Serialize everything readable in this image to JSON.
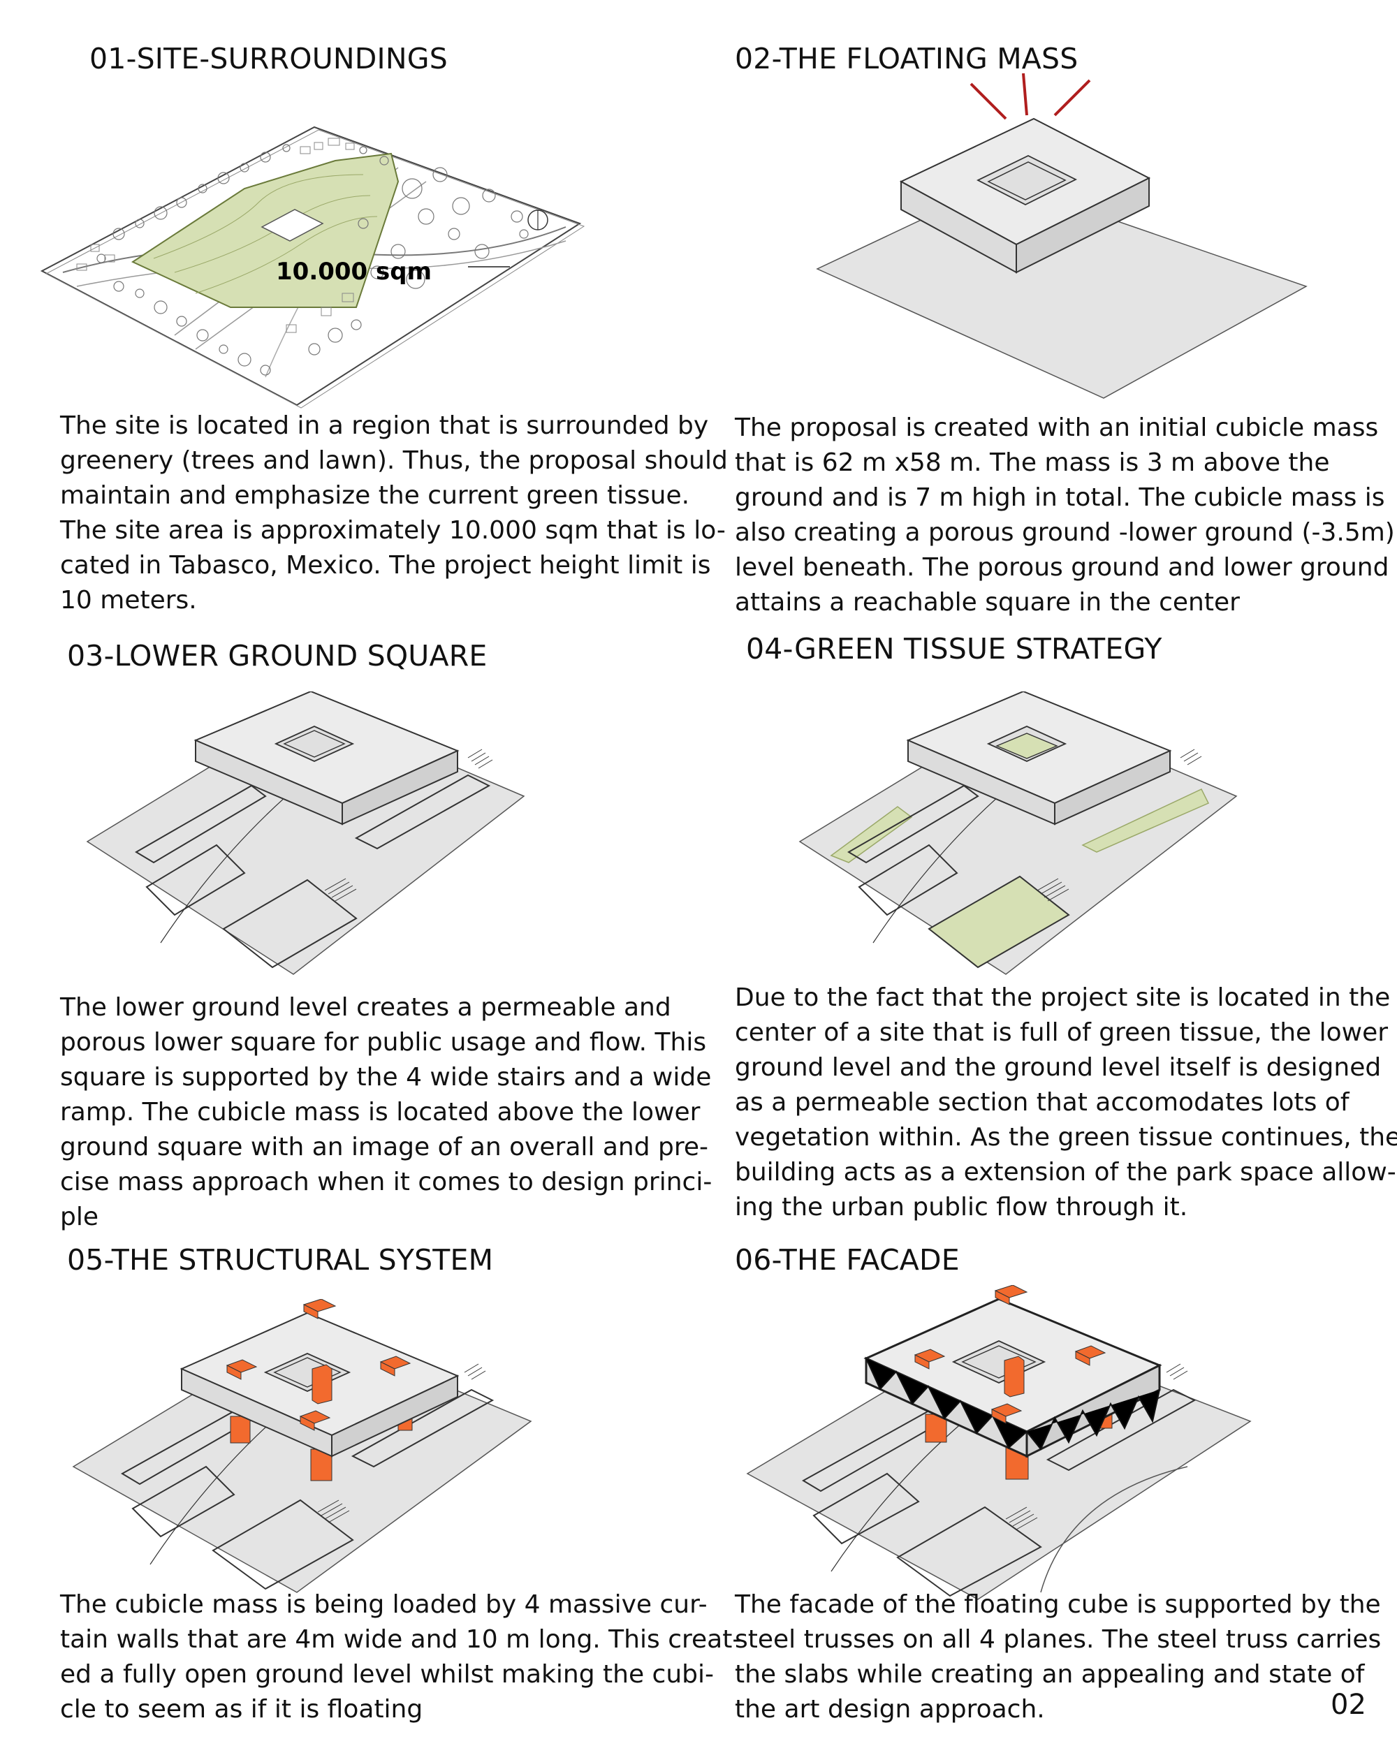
{
  "sections": [
    {
      "title": "01-SITE-SURROUNDINGS",
      "area_label": "10.000 sqm",
      "lines": [
        "The site is located in a region that is surrounded by",
        "greenery (trees and lawn). Thus, the proposal should",
        "maintain and emphasize the current green tissue.",
        "The site area is approximately 10.000 sqm that is lo-",
        "cated in Tabasco, Mexico. The project height limit is",
        "10 meters."
      ]
    },
    {
      "title": "02-THE FLOATING MASS",
      "lines": [
        "The proposal is created with an initial cubicle mass",
        "that is 62 m x58 m. The mass is 3 m above the",
        "ground and is 7 m high in total. The cubicle mass is",
        "also creating a porous ground -lower ground (-3.5m)",
        "level beneath. The porous ground and lower ground",
        "attains a reachable square in the center"
      ]
    },
    {
      "title": "03-LOWER GROUND SQUARE",
      "lines": [
        "The lower ground level creates a permeable and",
        "porous lower square for public usage and flow. This",
        "square is supported by the 4 wide stairs and a wide",
        "ramp. The cubicle mass is located above the lower",
        "ground square with an image of an overall and pre-",
        "cise mass approach when it comes to design princi-",
        "ple"
      ]
    },
    {
      "title": "04-GREEN TISSUE STRATEGY",
      "lines": [
        "Due to the fact that the project site is located in the",
        "center of a site that is full of green tissue, the lower",
        "ground level and the ground level itself is designed",
        "as a permeable section that accomodates lots of",
        "vegetation within. As the green tissue continues, the",
        "building acts as a extension of the park space allow-",
        "ing the urban public flow through it."
      ]
    },
    {
      "title": "05-THE STRUCTURAL SYSTEM",
      "lines": [
        "The cubicle mass is being loaded by 4 massive cur-",
        "tain walls that are 4m wide and 10 m long. This creat-",
        "ed a fully open ground level whilst making the cubi-",
        "cle to seem as if it is floating"
      ]
    },
    {
      "title": "06-THE FACADE",
      "lines": [
        "The facade of the floating cube is supported by the",
        "steel trusses on all 4 planes. The steel truss carries",
        "the slabs while creating an appealing and state of",
        "the art design approach."
      ]
    }
  ],
  "page_number": "02",
  "colors": {
    "lawn": "#d6e0b4",
    "column": "#f26a2e",
    "arrow": "#b01e1e",
    "plane": "#e4e4e4",
    "slab_top": "#e8e8e8"
  }
}
